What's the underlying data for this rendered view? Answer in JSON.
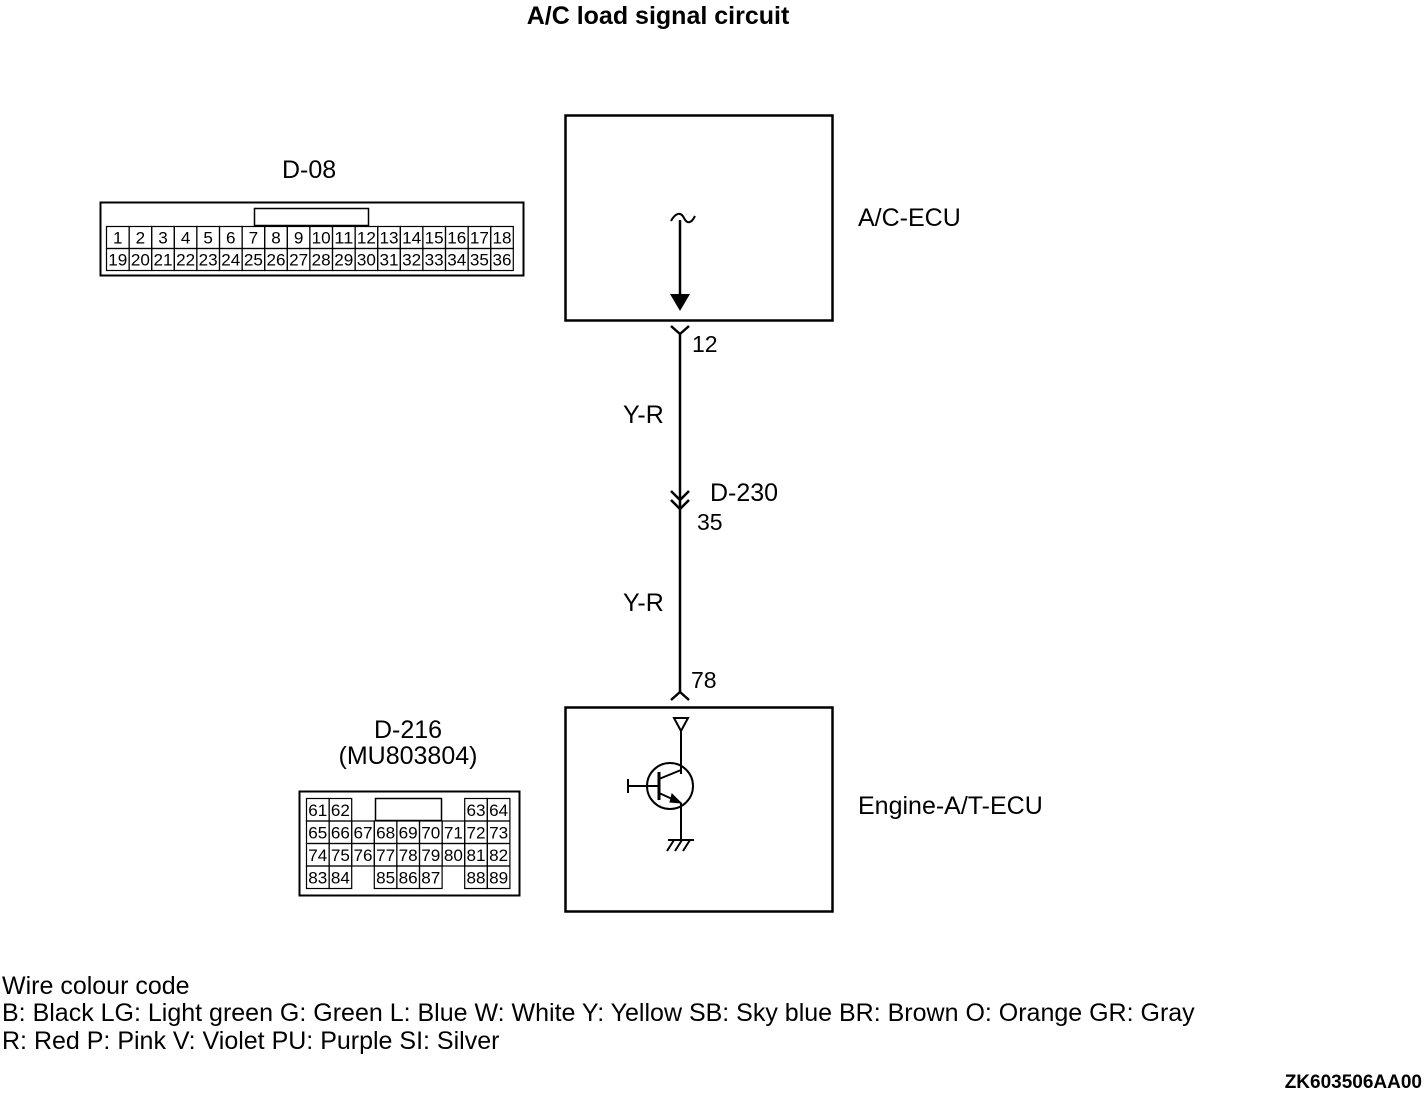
{
  "title": "A/C load signal circuit",
  "components": {
    "ac_ecu": {
      "label": "A/C-ECU",
      "pin": "12"
    },
    "engine_ecu": {
      "label": "Engine-A/T-ECU",
      "pin": "78"
    }
  },
  "wires": [
    {
      "color_code": "Y-R"
    },
    {
      "color_code": "Y-R"
    }
  ],
  "intermediate_connector": {
    "label": "D-230",
    "pin": "35"
  },
  "connectors": {
    "d08": {
      "label": "D-08",
      "rows": [
        [
          "1",
          "2",
          "3",
          "4",
          "5",
          "6",
          "7",
          "8",
          "9",
          "10",
          "11",
          "12",
          "13",
          "14",
          "15",
          "16",
          "17",
          "18"
        ],
        [
          "19",
          "20",
          "21",
          "22",
          "23",
          "24",
          "25",
          "26",
          "27",
          "28",
          "29",
          "30",
          "31",
          "32",
          "33",
          "34",
          "35",
          "36"
        ]
      ]
    },
    "d216": {
      "label": "D-216",
      "part_number": "(MU803804)",
      "rows": [
        [
          "61",
          "62",
          "",
          "",
          "",
          "",
          "",
          "63",
          "64"
        ],
        [
          "65",
          "66",
          "67",
          "68",
          "69",
          "70",
          "71",
          "72",
          "73"
        ],
        [
          "74",
          "75",
          "76",
          "77",
          "78",
          "79",
          "80",
          "81",
          "82"
        ],
        [
          "83",
          "84",
          "",
          "85",
          "86",
          "87",
          "",
          "88",
          "89"
        ]
      ]
    }
  },
  "wire_colour_code": {
    "heading": "Wire colour code",
    "line1": "B: Black  LG: Light green  G: Green  L: Blue  W: White  Y: Yellow  SB: Sky blue  BR: Brown  O: Orange  GR: Gray",
    "line2": "R: Red  P: Pink  V: Violet  PU: Purple  SI: Silver"
  },
  "figure_id": "ZK603506AA00"
}
